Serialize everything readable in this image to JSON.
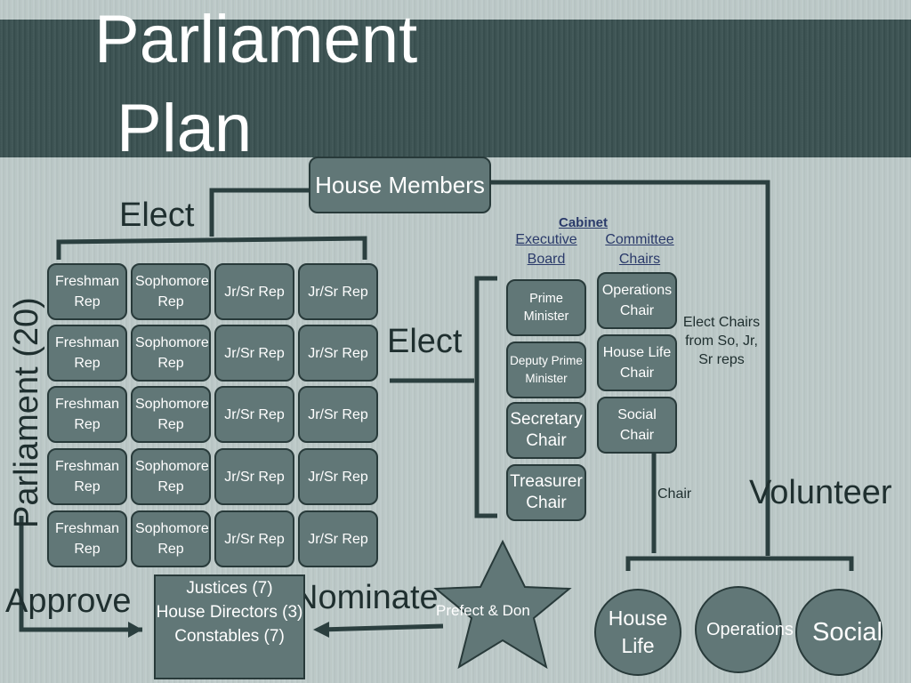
{
  "title": {
    "line1": "Parliament",
    "line2": "Plan"
  },
  "house_members": "House Members",
  "labels": {
    "elect_top": "Elect",
    "parliament": "Parliament (20)",
    "elect_mid": "Elect",
    "volunteer": "Volunteer",
    "approve": "Approve",
    "nominate": "Nominate"
  },
  "parliament_columns": [
    {
      "label": "Freshman Rep",
      "count": 5
    },
    {
      "label": "Sophomore Rep",
      "count": 5
    },
    {
      "label": "Jr/Sr Rep",
      "count": 5
    },
    {
      "label": "Jr/Sr Rep",
      "count": 5
    }
  ],
  "cabinet": {
    "title": "Cabinet",
    "executive_board": "Executive Board",
    "committee_chairs": "Committee Chairs",
    "executive": [
      "Prime Minister",
      "Deputy Prime Minister",
      "Secretary Chair",
      "Treasurer Chair"
    ],
    "committees": [
      "Operations Chair",
      "House Life Chair",
      "Social Chair"
    ],
    "elect_note": "Elect Chairs from So, Jr, Sr reps",
    "chair_label": "Chair"
  },
  "judiciary": {
    "justices": "Justices (7)",
    "house_directors": "House Directors (3)",
    "constables": "Constables (7)"
  },
  "prefect": "Prefect & Don",
  "committees_circles": [
    "House Life",
    "Operations",
    "Social"
  ],
  "colors": {
    "box_fill": "#617777",
    "box_border": "#283a3a",
    "band": "#3b5151",
    "background": "#bcc8c7"
  }
}
